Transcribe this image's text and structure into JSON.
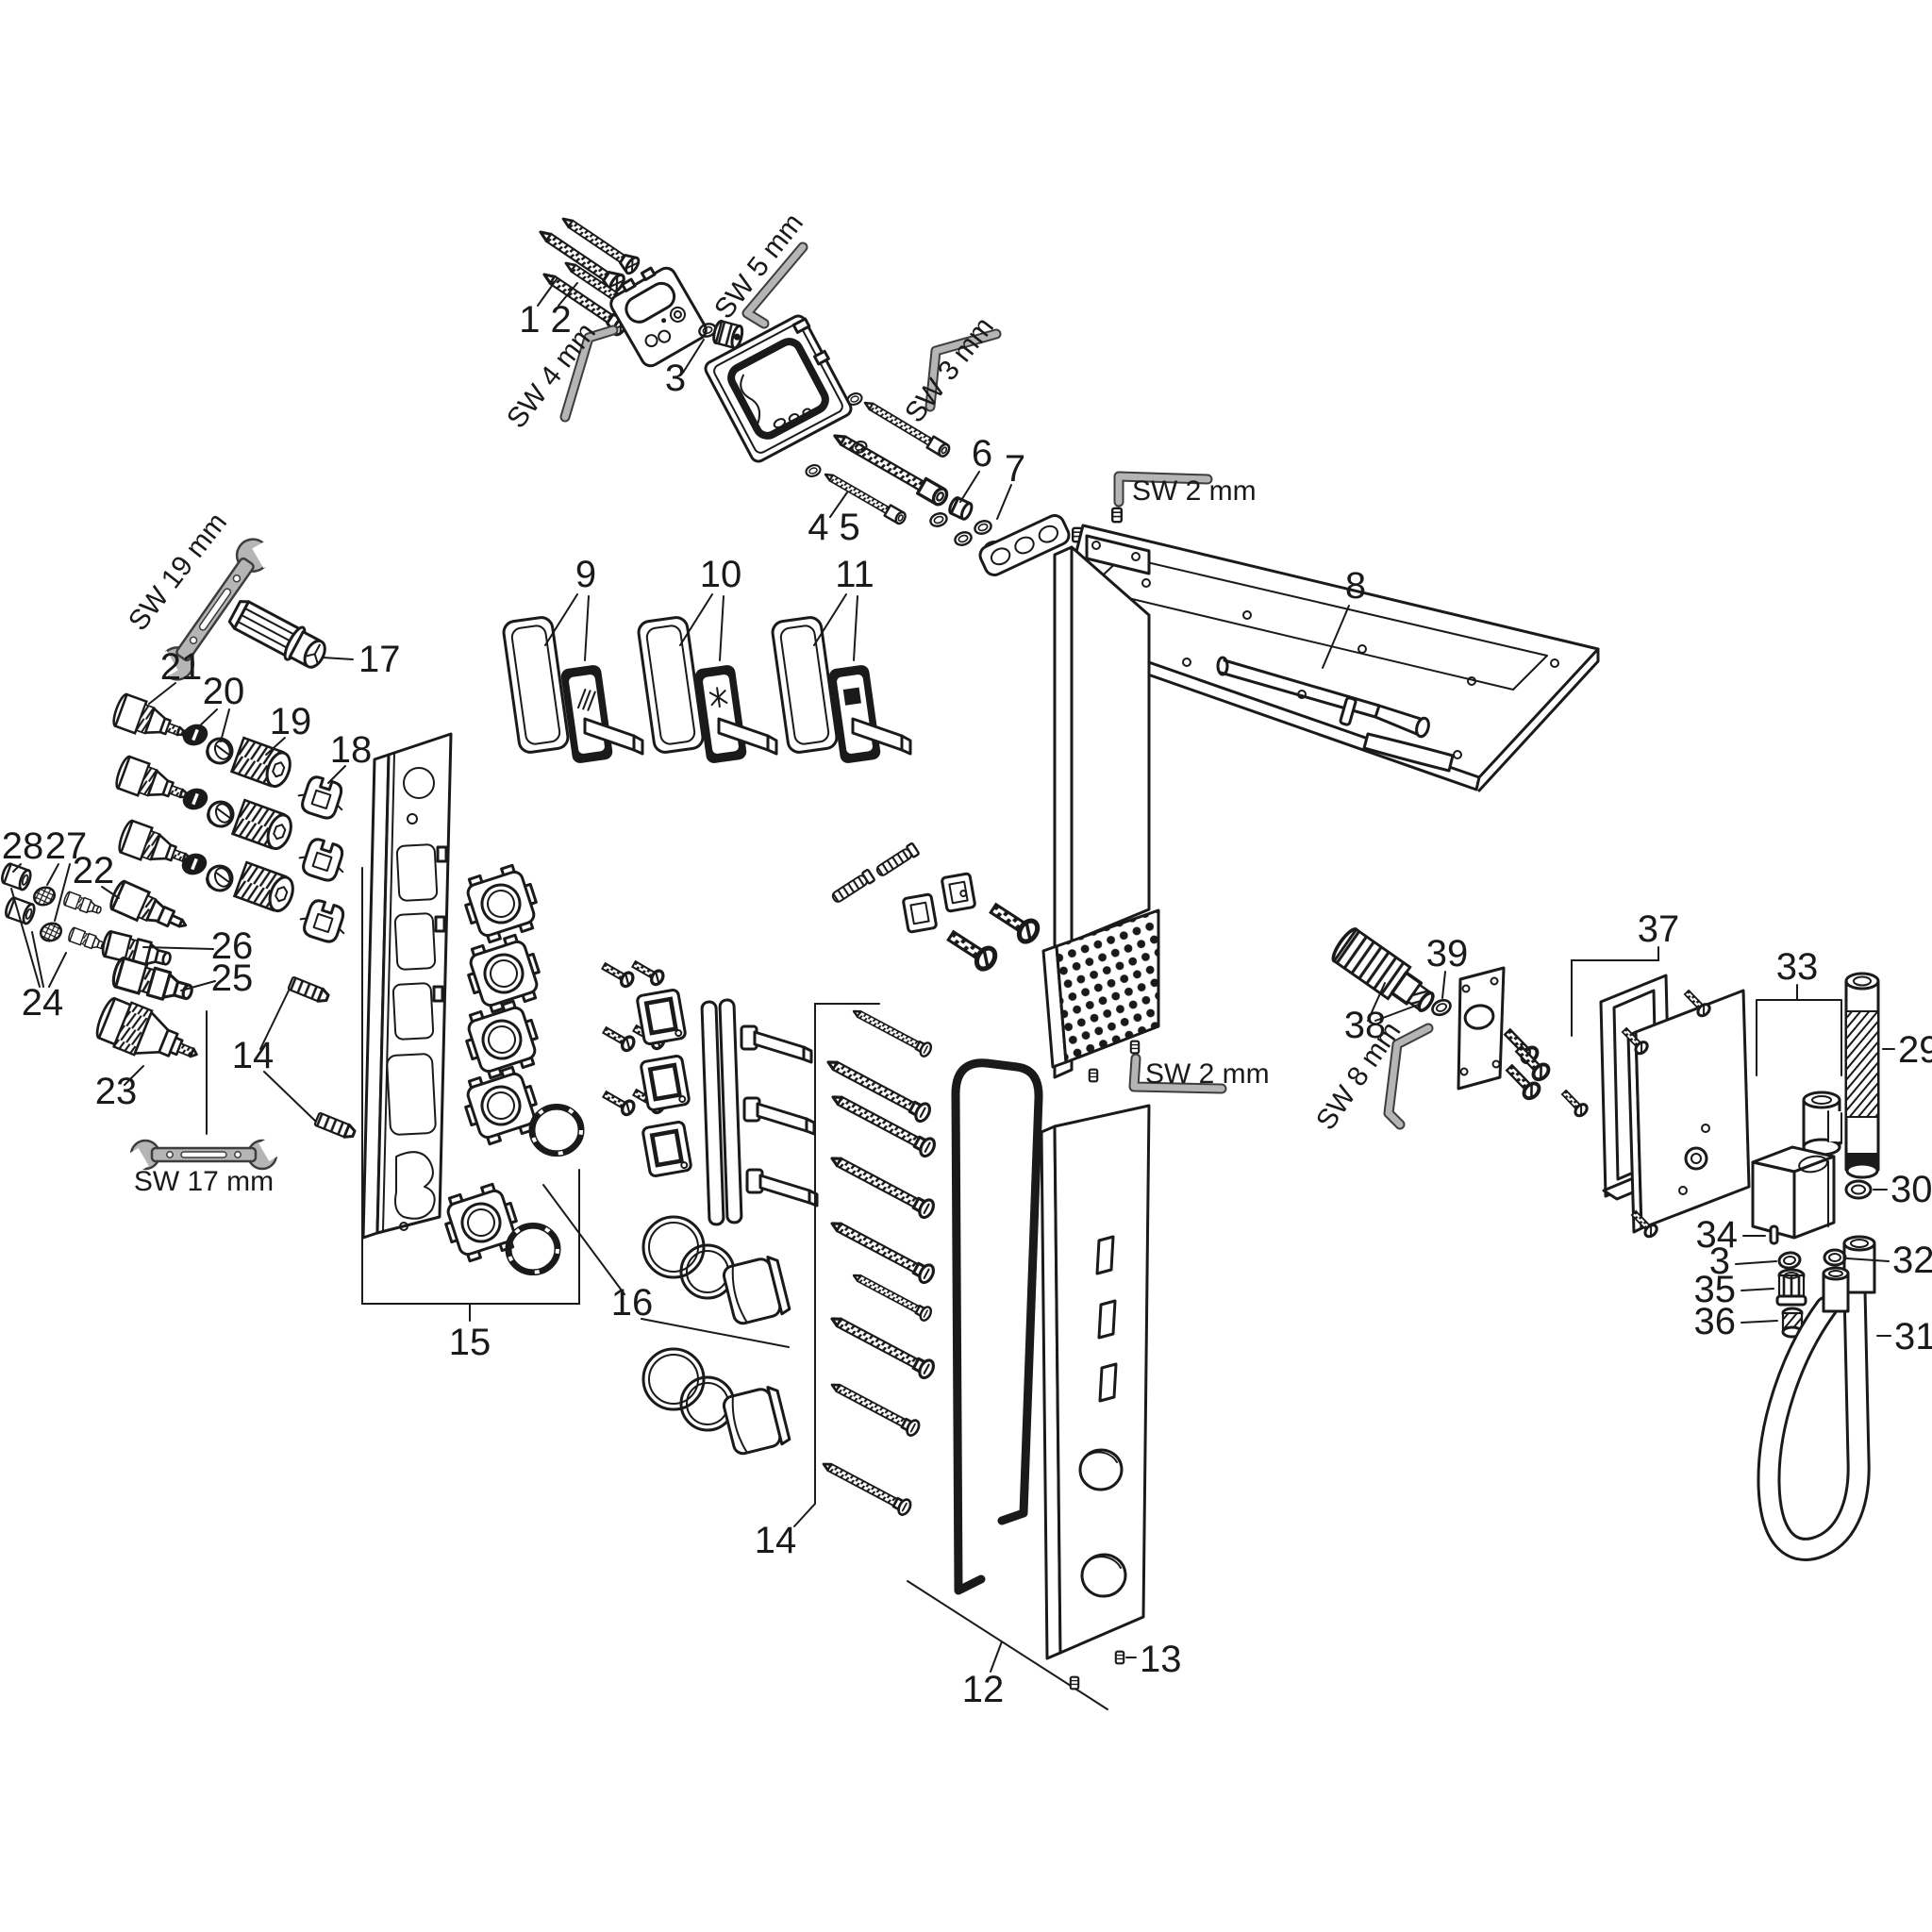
{
  "diagram": {
    "type": "exploded-parts-diagram",
    "subject": "thermostatic shower panel with overhead shower, body jet module and hand shower",
    "background_color": "#ffffff",
    "line_color": "#1a1a1a",
    "tool_color": "#b5b5b5"
  },
  "callouts": {
    "n1_2": "1 2",
    "n3_top": "3",
    "n4_5": "4 5",
    "n6": "6",
    "n7": "7",
    "n8": "8",
    "n9": "9",
    "n10": "10",
    "n11": "11",
    "n12": "12",
    "n13": "13",
    "n14_left": "14",
    "n14_center": "14",
    "n15": "15",
    "n16": "16",
    "n17": "17",
    "n18": "18",
    "n19": "19",
    "n20": "20",
    "n21": "21",
    "n22": "22",
    "n23": "23",
    "n24": "24",
    "n25": "25",
    "n26": "26",
    "n27": "27",
    "n28": "28",
    "n29": "29",
    "n30": "30",
    "n31": "31",
    "n32": "32",
    "n33": "33",
    "n34": "34",
    "n3_right": "3",
    "n35": "35",
    "n36": "36",
    "n37": "37",
    "n38": "38",
    "n39": "39"
  },
  "tools": {
    "sw19": "SW 19 mm",
    "sw17": "SW 17 mm",
    "sw5": "SW 5 mm",
    "sw4": "SW 4 mm",
    "sw3": "SW 3 mm",
    "sw2_top": "SW 2 mm",
    "sw2_mid": "SW 2 mm",
    "sw8": "SW 8 mm"
  }
}
